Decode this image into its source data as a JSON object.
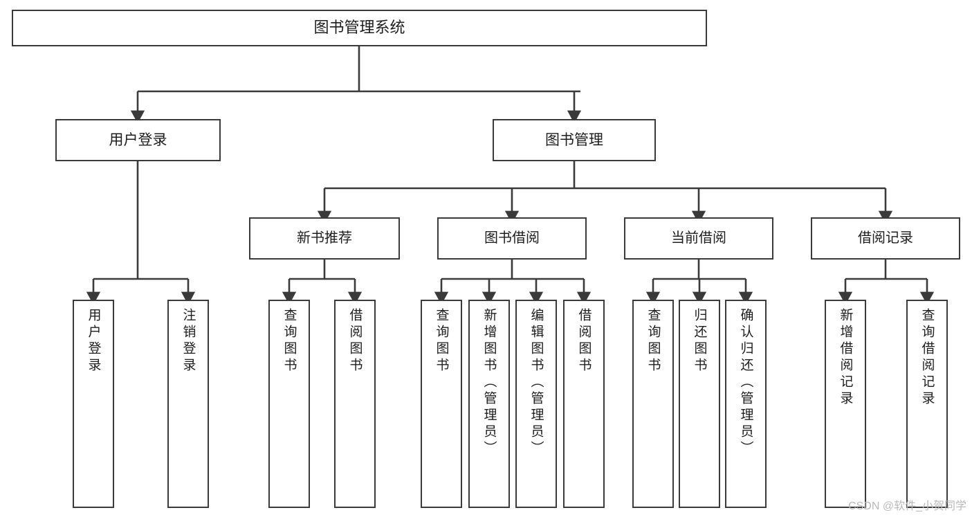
{
  "diagram": {
    "title": "图书管理系统",
    "watermark": "CSDN @软件_小贺同学",
    "stroke_color": "#3a3a3a",
    "fill_color": "#ffffff",
    "text_color": "#1d1d1d",
    "nodes": {
      "root": {
        "label": "图书管理系统"
      },
      "l1": [
        {
          "label": "用户登录"
        },
        {
          "label": "图书管理"
        }
      ],
      "l2": [
        {
          "label": "新书推荐"
        },
        {
          "label": "图书借阅"
        },
        {
          "label": "当前借阅"
        },
        {
          "label": "借阅记录"
        }
      ],
      "leaves_user_login": [
        {
          "label": "用户登录"
        },
        {
          "label": "注销登录"
        }
      ],
      "leaves_new_books": [
        {
          "label": "查询图书"
        },
        {
          "label": "借阅图书"
        }
      ],
      "leaves_borrow": [
        {
          "label": "查询图书"
        },
        {
          "label": "新增图书（管理员）"
        },
        {
          "label": "编辑图书（管理员）"
        },
        {
          "label": "借阅图书"
        }
      ],
      "leaves_current": [
        {
          "label": "查询图书"
        },
        {
          "label": "归还图书"
        },
        {
          "label": "确认归还（管理员）"
        }
      ],
      "leaves_records": [
        {
          "label": "新增借阅记录"
        },
        {
          "label": "查询借阅记录"
        }
      ]
    }
  }
}
